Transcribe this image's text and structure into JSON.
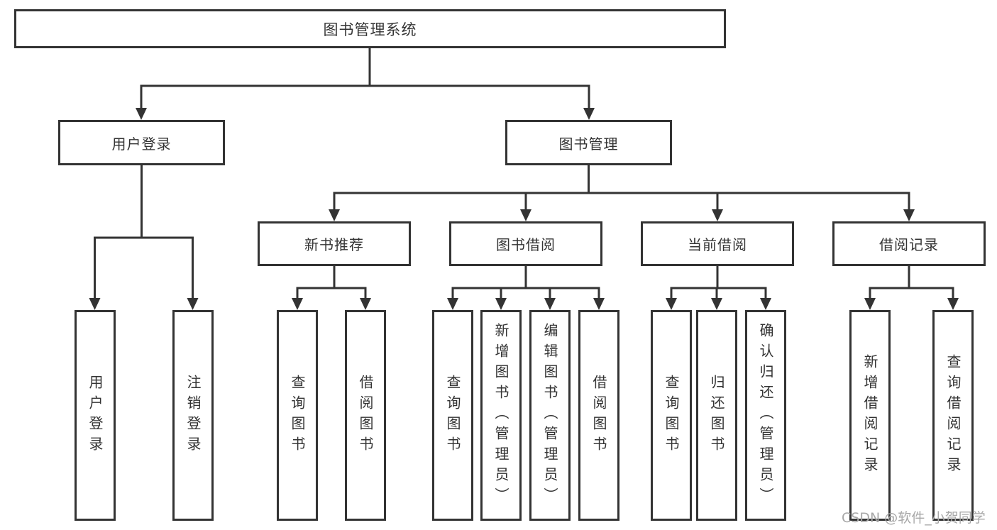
{
  "diagram": {
    "type": "hierarchy-tree",
    "colors": {
      "line": "#333333",
      "box_border": "#333333",
      "text": "#333333",
      "background": "#ffffff",
      "watermark": "#a8a8a8"
    },
    "nodes": {
      "root": "图书管理系统",
      "user_login": "用户登录",
      "book_mgmt": "图书管理",
      "new_book_rec": "新书推荐",
      "book_borrow": "图书借阅",
      "current_borrow": "当前借阅",
      "borrow_record": "借阅记录",
      "leaf_user_login": "用户登录",
      "leaf_logout": "注销登录",
      "leaf_query_book_1": "查询图书",
      "leaf_borrow_book_1": "借阅图书",
      "leaf_query_book_2": "查询图书",
      "leaf_add_book": "新增图书（管理员）",
      "leaf_edit_book": "编辑图书（管理员）",
      "leaf_borrow_book_2": "借阅图书",
      "leaf_query_book_3": "查询图书",
      "leaf_return_book": "归还图书",
      "leaf_confirm_return": "确认归还（管理员）",
      "leaf_add_borrow_record": "新增借阅记录",
      "leaf_query_borrow_record": "查询借阅记录"
    },
    "edges": [
      [
        "root",
        "user_login"
      ],
      [
        "root",
        "book_mgmt"
      ],
      [
        "user_login",
        "leaf_user_login"
      ],
      [
        "user_login",
        "leaf_logout"
      ],
      [
        "book_mgmt",
        "new_book_rec"
      ],
      [
        "book_mgmt",
        "book_borrow"
      ],
      [
        "book_mgmt",
        "current_borrow"
      ],
      [
        "book_mgmt",
        "borrow_record"
      ],
      [
        "new_book_rec",
        "leaf_query_book_1"
      ],
      [
        "new_book_rec",
        "leaf_borrow_book_1"
      ],
      [
        "book_borrow",
        "leaf_query_book_2"
      ],
      [
        "book_borrow",
        "leaf_add_book"
      ],
      [
        "book_borrow",
        "leaf_edit_book"
      ],
      [
        "book_borrow",
        "leaf_borrow_book_2"
      ],
      [
        "current_borrow",
        "leaf_query_book_3"
      ],
      [
        "current_borrow",
        "leaf_return_book"
      ],
      [
        "current_borrow",
        "leaf_confirm_return"
      ],
      [
        "borrow_record",
        "leaf_add_borrow_record"
      ],
      [
        "borrow_record",
        "leaf_query_borrow_record"
      ]
    ],
    "watermark": "CSDN @软件_小贺同学"
  }
}
